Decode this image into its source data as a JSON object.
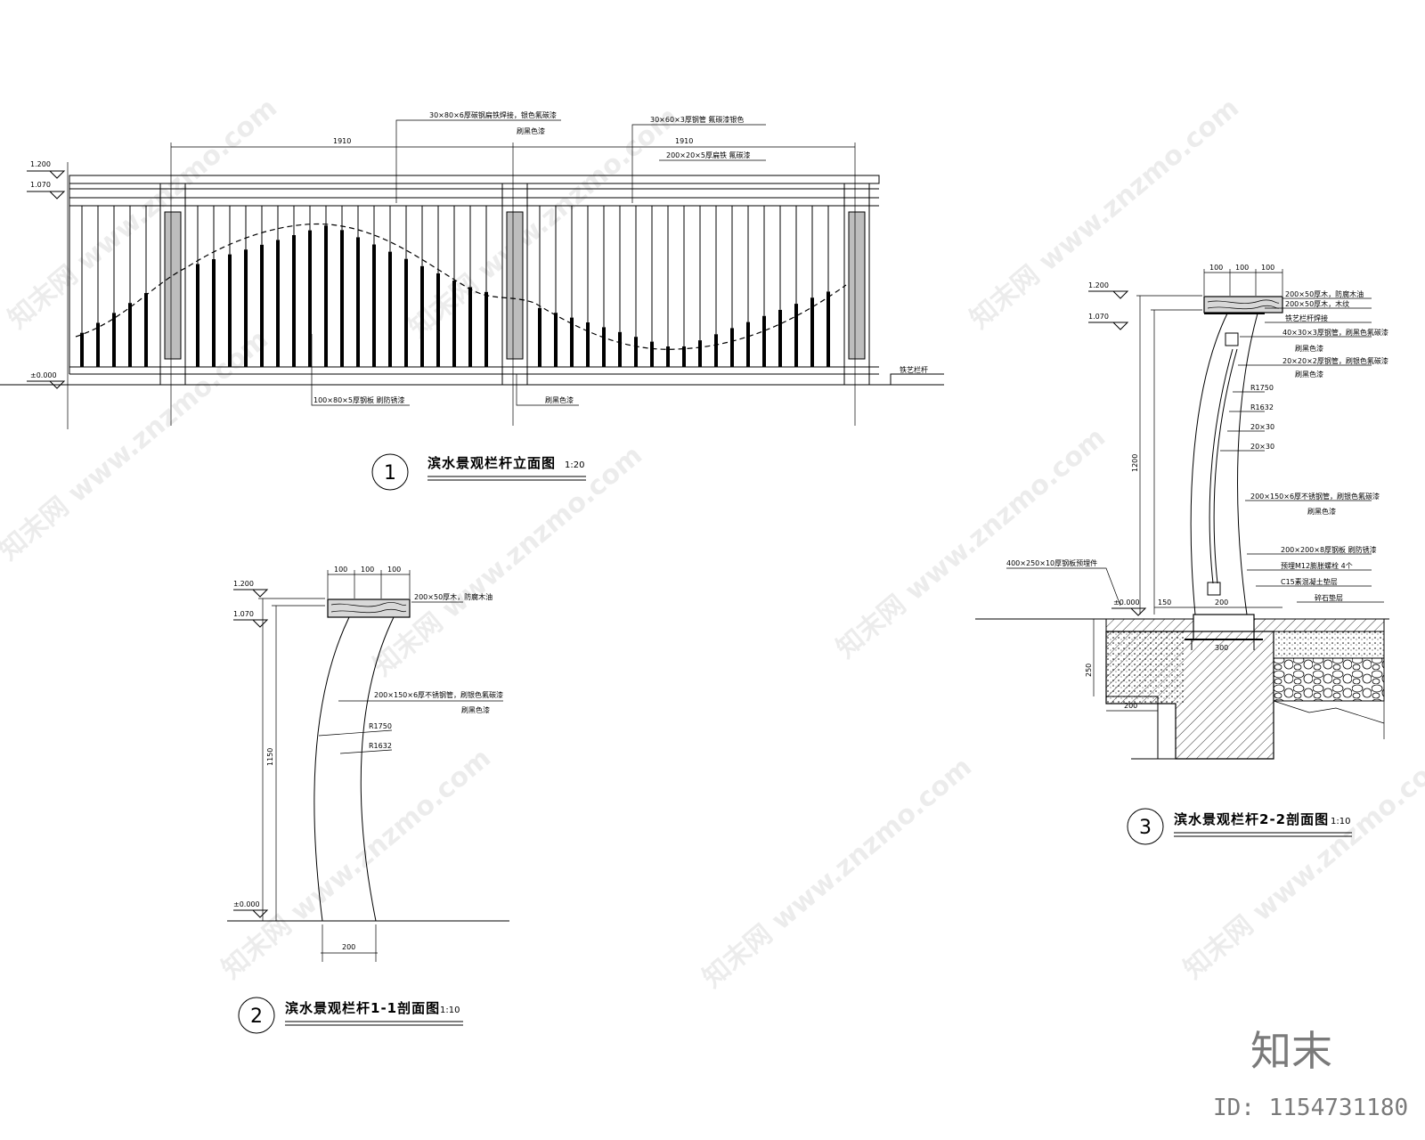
{
  "drawings": {
    "elevation": {
      "number": "1",
      "title": "滨水景观栏杆立面图",
      "scale": "1:20",
      "dims": {
        "left_span": "1910",
        "right_span": "1910"
      },
      "levels": {
        "top": "1.200",
        "rail": "1.070",
        "ground": "±0.000"
      },
      "notes": [
        "30×80×6厚碳钢扁铁焊接，银色氟碳漆",
        "30×60×3厚钢管 氟碳漆银色",
        "刷黑色漆",
        "200×20×5厚扁铁 氟碳漆",
        "100×80×5厚钢板 刷防锈漆",
        "刷黑色漆",
        "铁艺栏杆"
      ]
    },
    "section_1_1": {
      "number": "2",
      "title": "滨水景观栏杆1-1剖面图",
      "scale": "1:10",
      "dims": {
        "top_a": "100",
        "top_b": "100",
        "top_c": "100",
        "height": "1150",
        "base_width": "200"
      },
      "levels": {
        "top": "1.200",
        "rail": "1.070",
        "ground": "±0.000"
      },
      "notes": [
        "200×50厚木，防腐木油",
        "200×150×6厚不锈钢管，刷银色氟碳漆",
        "刷黑色漆",
        "R1750",
        "R1632"
      ]
    },
    "section_2_2": {
      "number": "3",
      "title": "滨水景观栏杆2-2剖面图",
      "scale": "1:10",
      "dims": {
        "top_a": "100",
        "top_b": "100",
        "top_c": "100",
        "height": "1200",
        "setback": "150",
        "base": "200",
        "plate": "300",
        "depth": "250",
        "footing": "200"
      },
      "levels": {
        "top": "1.200",
        "rail": "1.070",
        "ground": "±0.000"
      },
      "notes": [
        "200×50厚木，防腐木油",
        "200×50厚木，木纹",
        "铁艺栏杆焊接",
        "40×30×3厚钢管，刷黑色氟碳漆",
        "刷黑色漆",
        "20×20×2厚钢管，刷银色氟碳漆",
        "刷黑色漆",
        "R1750",
        "R1632",
        "20×30",
        "200×150×6厚不锈钢管，刷银色氟碳漆",
        "刷黑色漆",
        "400×250×10厚钢板预埋件",
        "200×200×8厚钢板 刷防锈漆",
        "预埋M12膨胀螺栓 4个",
        "C15素混凝土垫层",
        "碎石垫层"
      ]
    }
  },
  "watermark": "知末网 www.znzmo.com",
  "brand": {
    "logo": "知末",
    "id": "ID: 1154731180"
  }
}
